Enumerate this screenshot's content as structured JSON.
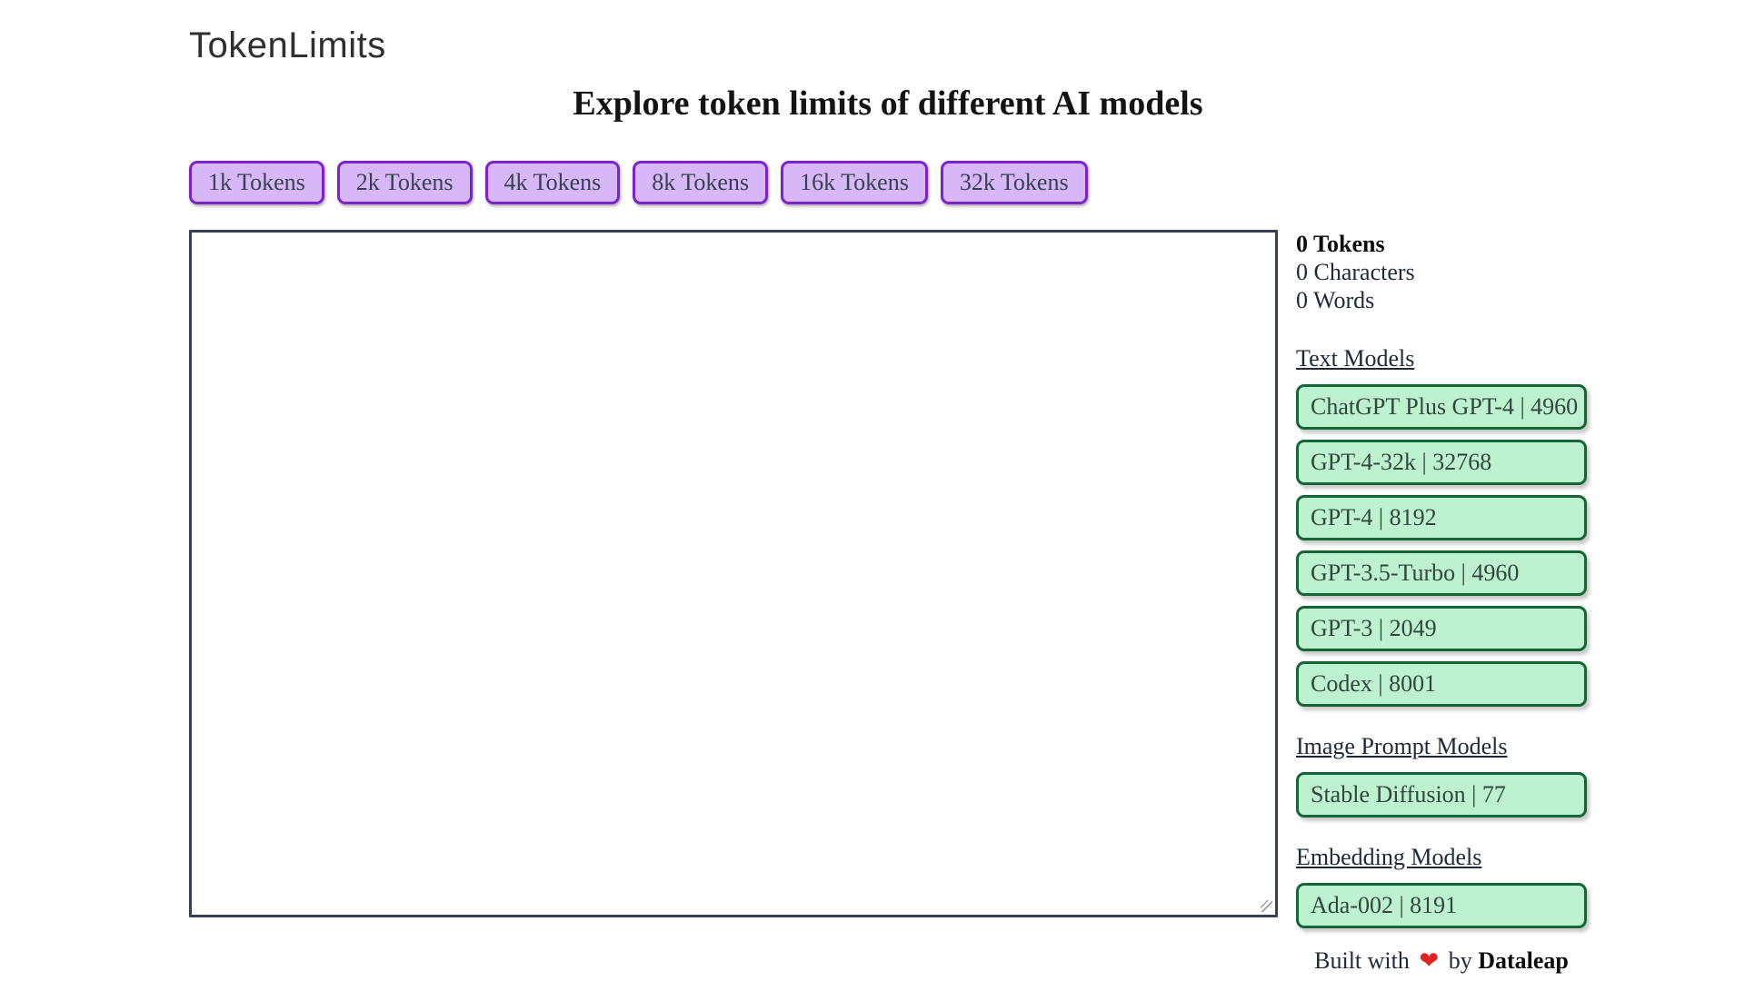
{
  "header": {
    "title": "TokenLimits",
    "heading": "Explore token limits of different AI models"
  },
  "token_buttons": [
    "1k Tokens",
    "2k Tokens",
    "4k Tokens",
    "8k Tokens",
    "16k Tokens",
    "32k Tokens"
  ],
  "editor": {
    "value": ""
  },
  "stats": {
    "tokens": {
      "value": "0",
      "label": "Tokens"
    },
    "characters": {
      "value": "0",
      "label": "Characters"
    },
    "words": {
      "value": "0",
      "label": "Words"
    }
  },
  "sections": {
    "text": {
      "heading": "Text Models",
      "models": [
        "ChatGPT Plus GPT-4 | 4960",
        "GPT-4-32k | 32768",
        "GPT-4 | 8192",
        "GPT-3.5-Turbo | 4960",
        "GPT-3 | 2049",
        "Codex | 8001"
      ]
    },
    "image": {
      "heading": "Image Prompt Models",
      "models": [
        "Stable Diffusion | 77"
      ]
    },
    "embedding": {
      "heading": "Embedding Models",
      "models": [
        "Ada-002 | 8191"
      ]
    }
  },
  "footer": {
    "prefix": "Built with",
    "heart": "❤",
    "middle": "by",
    "brand": "Dataleap"
  },
  "colors": {
    "purple_bg": "#d8b7f8",
    "purple_border": "#7e22ce",
    "green_bg": "#bdf2d0",
    "green_border": "#166534",
    "editor_border": "#374151",
    "heart": "#e02424"
  }
}
